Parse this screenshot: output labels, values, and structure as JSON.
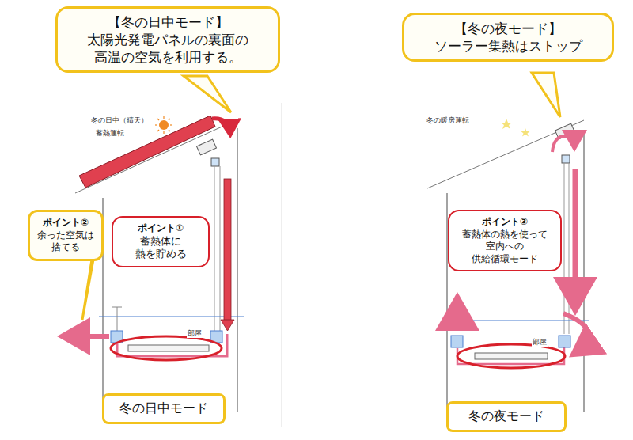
{
  "diagram": {
    "nodes": [
      {
        "text": [
          "【冬の日中モード】",
          "太陽光発電パネルの裏面の 高温の空気を利用する。"
        ]
      },
      {
        "text": [
          "ポイント②",
          "余った空気は 捨てる"
        ]
      },
      {
        "text": [
          "ポイント①",
          "蓄熱体に 熱を貯める"
        ]
      },
      {
        "text": [
          "冬の日中モード"
        ]
      },
      {
        "text": [
          "【冬の夜モード】",
          "ソーラー集熱はストップ"
        ]
      },
      {
        "text": [
          "ポイント③",
          "蓄熱体の熱を使って 室内への 供給循環モード"
        ]
      },
      {
        "text": [
          "冬の夜モード"
        ]
      }
    ],
    "labels": [
      "冬の日中（晴天）",
      "蓄熱運転",
      "部屋",
      "冬の暖房運転",
      "部屋"
    ]
  }
}
